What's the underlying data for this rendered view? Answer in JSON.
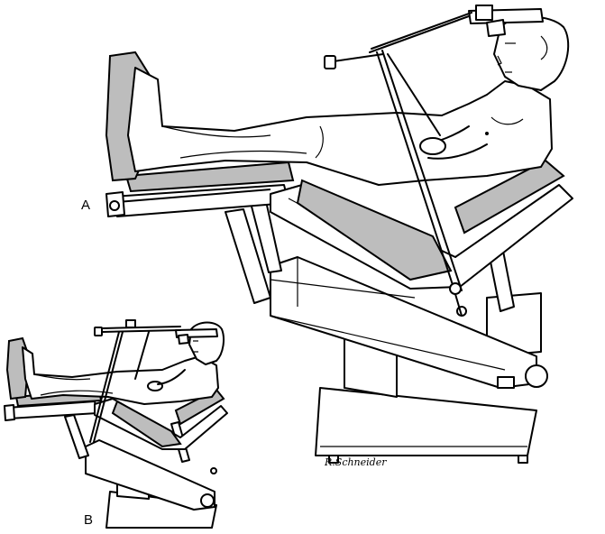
{
  "labels": {
    "a": "A",
    "b": "B"
  },
  "signature": "R.Schneider"
}
